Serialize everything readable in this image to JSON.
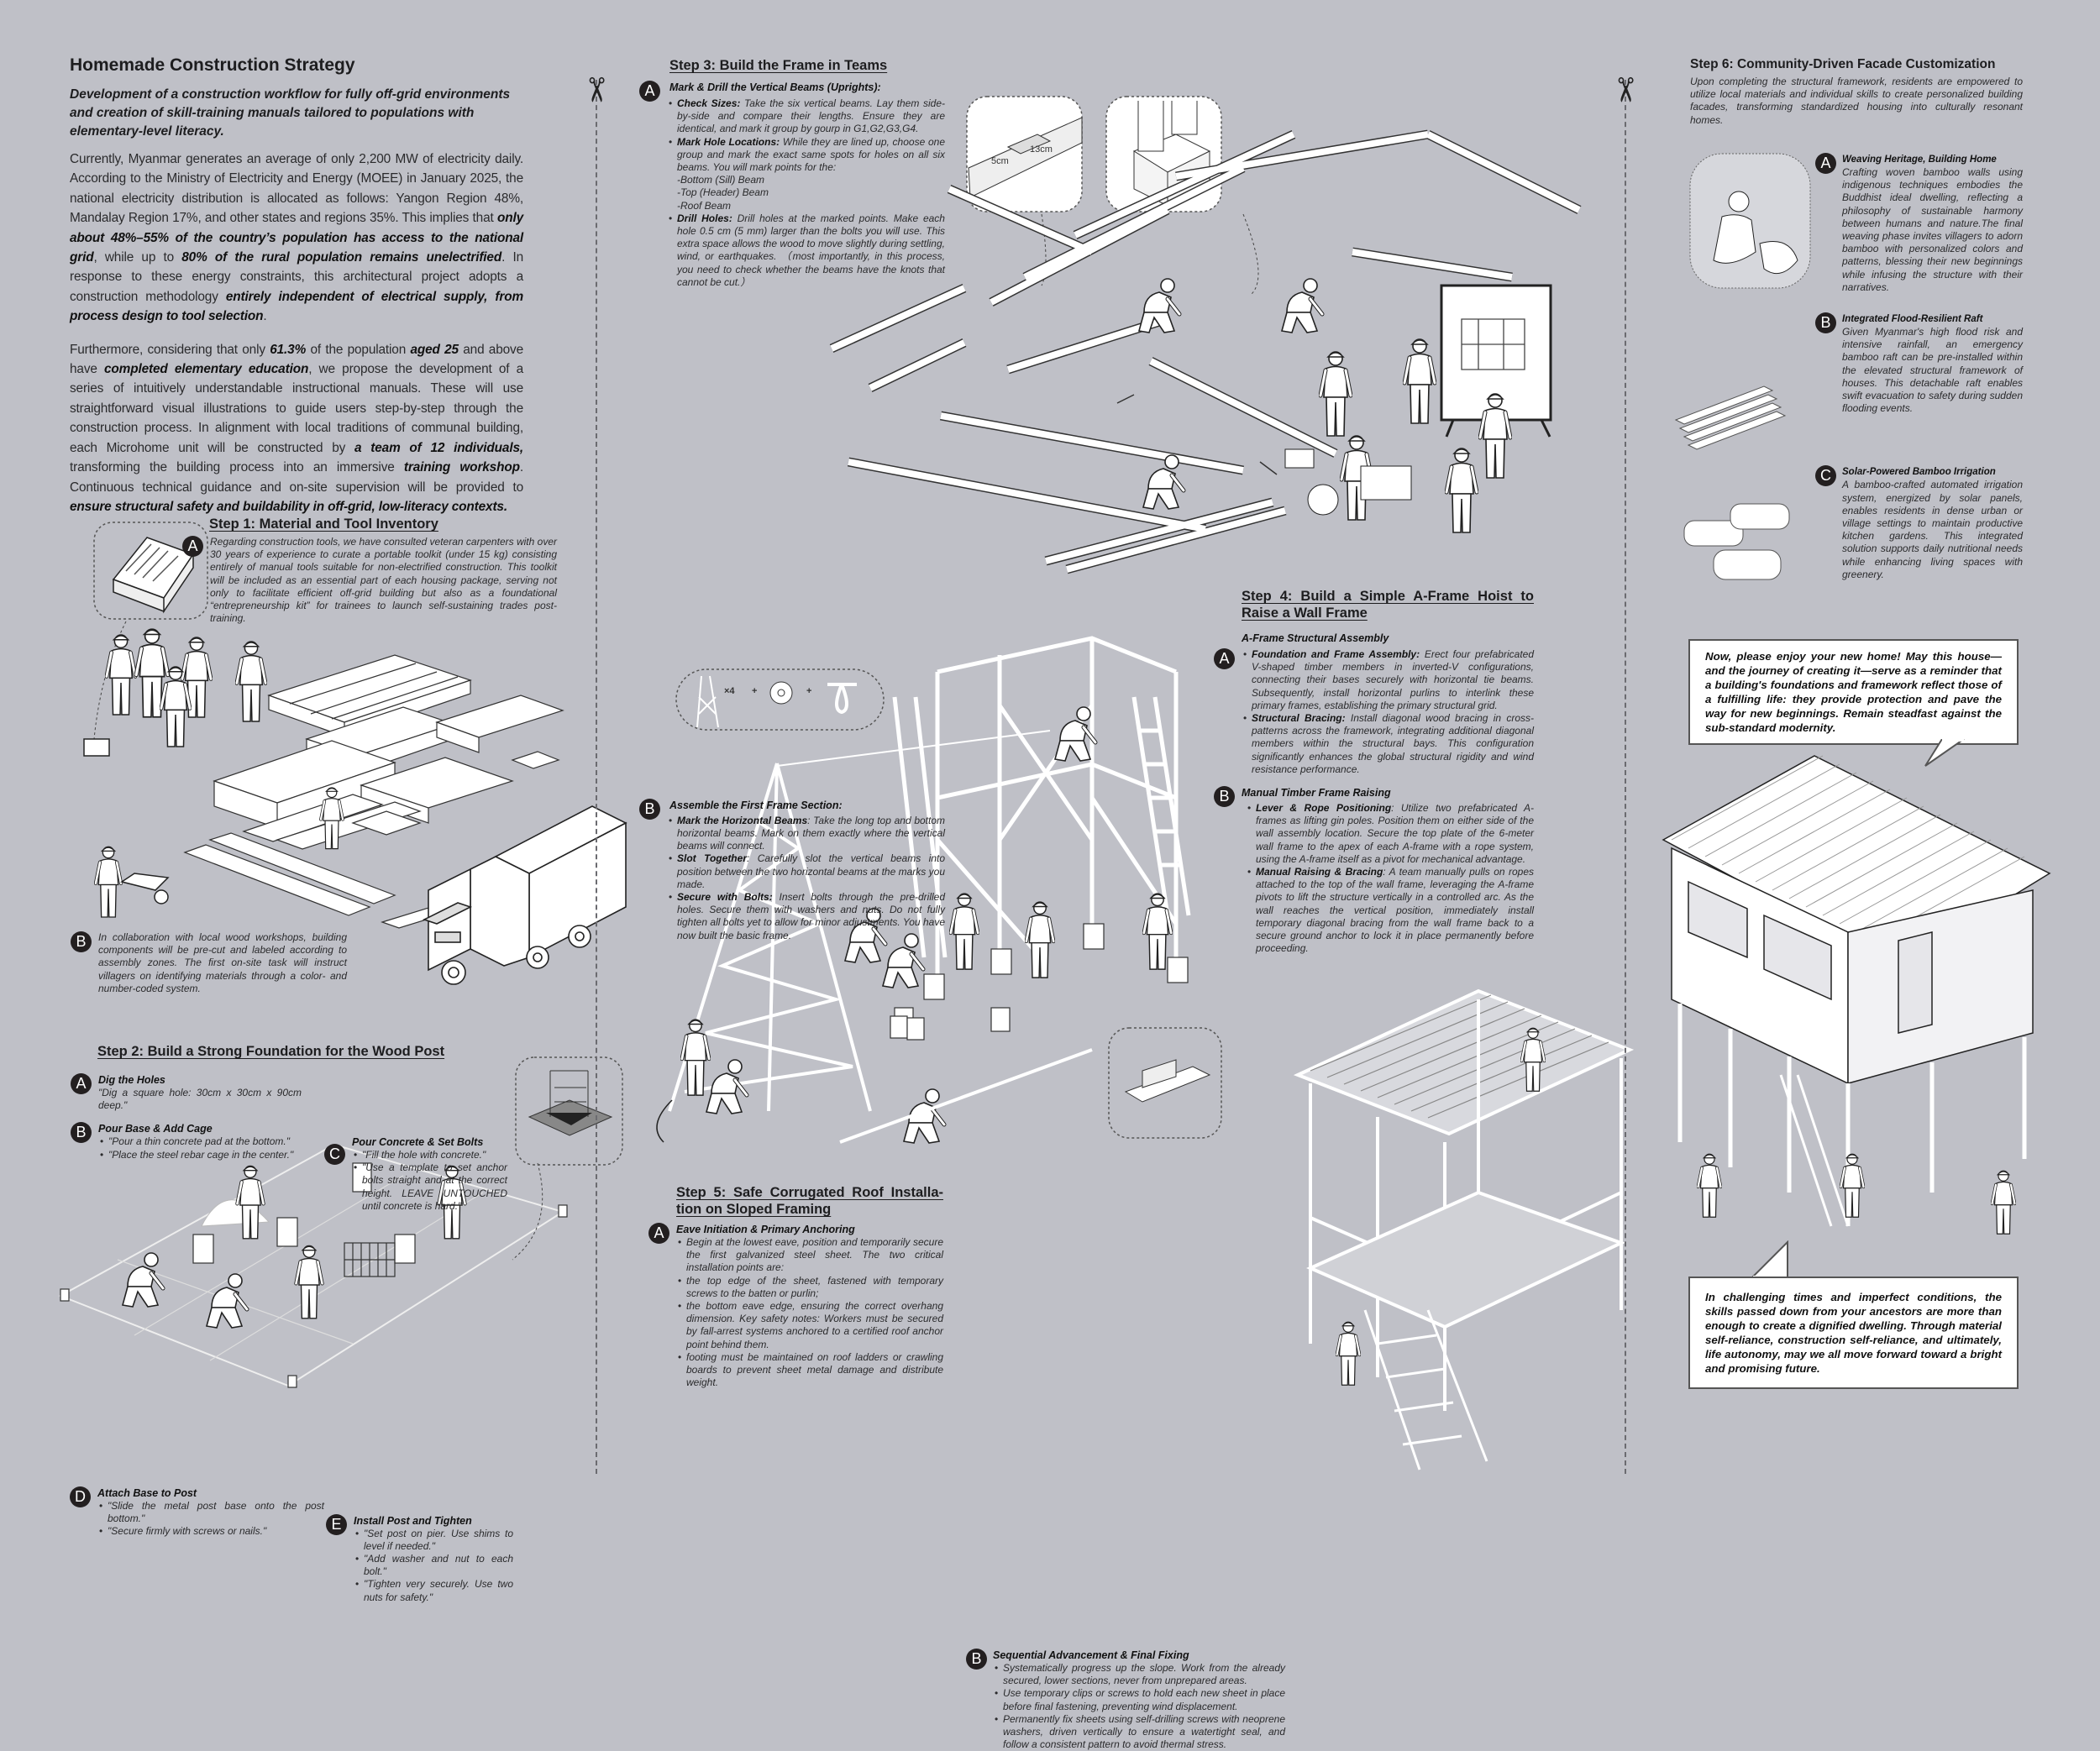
{
  "intro": {
    "title": "Homemade Construction Strategy",
    "subtitle": "Development of a construction workflow for fully off-grid environments and creation of skill-training manuals tailored to populations with elementary-level literacy.",
    "p1": [
      "Currently, Myanmar generates an average of only 2,200 MW of electricity daily. According to the Ministry of Electricity and Energy (MOEE) in January 2025, the national electricity distribution is allocated as follows: Yangon Region 48%, Mandalay Region 17%, and other states and regions 35%. This implies that ",
      "only about 48%–55% of the country’s population has access to the national grid",
      ", while up to ",
      "80% of the rural population remains unelectrified",
      ". In response to these energy constraints, this architectural project adopts a construction methodology ",
      "entirely independent of electrical supply, from process design to tool selection",
      "."
    ],
    "p2": [
      "Furthermore, considering that only ",
      "61.3%",
      " of the population ",
      "aged 25",
      " and above have ",
      "completed elementary education",
      ", we propose the development of a series of intuitively understandable instructional manuals. These will use straightforward visual illustrations to guide users step-by-step through the construction process. In alignment with local traditions of communal building, each Microhome unit will be constructed by ",
      "a team of 12 individuals,",
      " transforming the building process into an immersive ",
      "training workshop",
      ". Continuous technical guidance and on-site supervision will be provided to ",
      "ensure structural safety and buildability in off-grid, low-literacy contexts."
    ]
  },
  "step1": {
    "heading": "Step 1: Material and Tool Inventory",
    "a": {
      "badge": "A",
      "text": "Regarding construction tools, we have consulted veteran carpenters with over 30 years of experience to curate a portable toolkit (under 15 kg) consisting entirely of manual tools suitable for non-electrified construction. This toolkit will be included as an essential part of each housing package, serving not only to facilitate efficient off-grid building but also as a foundational “entrepreneurship kit” for trainees to launch self-sustaining trades post-training."
    },
    "b": {
      "badge": "B",
      "text": "In collaboration with local wood workshops, building components will be pre-cut and labeled according to assembly zones. The first on-site task will instruct villagers on identifying materials through a color- and number-coded system."
    }
  },
  "step2": {
    "heading": "Step 2:  Build a Strong Foundation for the Wood Post",
    "a": {
      "badge": "A",
      "title": "Dig the Holes",
      "lines": [
        "\"Dig a square hole: 30cm x 30cm x 90cm deep.\""
      ]
    },
    "b": {
      "badge": "B",
      "title": "Pour Base & Add Cage",
      "lines": [
        "\"Pour a thin concrete pad at the bottom.\"",
        "\"Place the steel rebar cage in the center.\""
      ]
    },
    "c": {
      "badge": "C",
      "title": "Pour Concrete & Set Bolts",
      "lines": [
        "\"Fill the hole with concrete.\"",
        "\"Use a template to set anchor bolts straight and at the correct height. LEAVE UNTOUCHED until concrete is hard.\""
      ]
    },
    "d": {
      "badge": "D",
      "title": "Attach Base to Post",
      "lines": [
        "\"Slide the metal post base onto the post bottom.\"",
        "\"Secure firmly with screws or nails.\""
      ]
    },
    "e": {
      "badge": "E",
      "title": "Install Post and Tighten",
      "lines": [
        "\"Set post on pier. Use shims to level if needed.\"",
        "\"Add washer and nut to each bolt.\"",
        "\"Tighten very securely. Use two nuts for safety.\""
      ]
    }
  },
  "step3": {
    "heading": "Step 3: Build the Frame in Teams",
    "a": {
      "badge": "A",
      "title": "Mark & Drill the Vertical Beams (Uprights):",
      "items": [
        {
          "label": "Check Sizes:",
          "text": " Take the six vertical beams. Lay them side-by-side and compare their lengths. Ensure they are identical,  and mark it group by gourp in G1,G2,G3,G4."
        },
        {
          "label": "Mark Hole Locations:",
          "text": " While they are lined up, choose one group and mark the exact same spots for holes on all six beams. You will mark points for the:"
        },
        {
          "label": "Drill Holes:",
          "text": " Drill holes at the marked points. Make each hole 0.5 cm (5 mm) larger than the bolts you will use. This extra space allows the wood to move slightly during settling, wind, or earthquakes. （most importantly, in this process, you need to check whether the beams have the knots that cannot be cut.）"
        }
      ],
      "sublist": [
        "-Bottom (Sill) Beam",
        "-Top (Header) Beam",
        "-Roof Beam"
      ]
    },
    "b": {
      "badge": "B",
      "title": "Assemble the First Frame Section:",
      "items": [
        {
          "label": "Mark the Horizontal Beams",
          "text": ": Take the long top and bottom horizontal beams. Mark on them exactly where the vertical beams will connect."
        },
        {
          "label": "Slot Together",
          "text": ": Carefully slot the vertical beams into position between the two horizontal beams at the marks you made."
        },
        {
          "label": "Secure with Bolts:",
          "text": " Insert bolts through the pre-drilled holes. Secure them with washers and nuts. Do not fully tighten all bolts yet to allow for minor adjustments. You have now built the basic frame."
        }
      ]
    },
    "inset_dims": {
      "width": "5cm",
      "length": "13cm"
    }
  },
  "step4": {
    "heading": "Step 4:  Build a Simple A-Frame Hoist to Raise a Wall Frame",
    "kit": {
      "qty": "×4",
      "plus1": "+",
      "plus2": "+"
    },
    "a": {
      "badge": "A",
      "title": "A-Frame Structural Assembly",
      "items": [
        {
          "label": "Foundation and Frame Assembly:",
          "text": " Erect four prefabricated V-shaped timber members in inverted-V configurations, connecting their bases securely with horizontal tie beams. Subsequently, install horizontal purlins to interlink these primary frames, establishing the primary structural grid."
        },
        {
          "label": "Structural Bracing:",
          "text": " Install diagonal wood bracing in cross-patterns across the framework, integrating additional diagonal members within the structural bays. This configuration significantly enhances the global structural rigidity and wind resistance performance."
        }
      ]
    },
    "b": {
      "badge": "B",
      "title": "Manual Timber Frame Raising",
      "items": [
        {
          "label": "Lever & Rope Positioning",
          "text": ":  Utilize two prefabricated A-frames as lifting gin poles. Position them on either side of the wall assembly location. Secure the top plate of the 6-meter wall frame to the apex of each A-frame with a rope system, using the A-frame itself as a pivot for mechanical advantage."
        },
        {
          "label": "Manual Raising & Bracing",
          "text": ":  A team manually pulls on ropes attached to the top of the wall frame, leveraging the A-frame pivots to lift the structure vertically in a controlled arc. As the wall reaches the vertical position, immediately install temporary diagonal bracing from the wall frame back to a secure ground anchor to lock it in place permanently before proceeding."
        }
      ]
    }
  },
  "step5": {
    "heading": "Step 5:  Safe Corrugated Roof Installa-tion on Sloped Framing",
    "a": {
      "badge": "A",
      "title": "Eave Initiation & Primary Anchoring",
      "items": [
        "Begin at the lowest eave,   position and temporarily secure the first galvanized steel sheet. The two critical installation points are:",
        "the top edge of the sheet, fastened with temporary screws to the batten or purlin;",
        "the bottom eave edge, ensuring the correct overhang dimension. Key safety notes: Workers must be secured by fall-arrest systems anchored to a certified roof anchor point behind them.",
        "footing must be maintained on roof ladders or crawling boards to prevent sheet metal damage and distribute weight."
      ]
    },
    "b": {
      "badge": "B",
      "title": "Sequential Advancement & Final Fixing",
      "items": [
        "Systematically progress up the slope. Work from the already secured, lower sections, never from unprepared areas.",
        "Use temporary clips or screws to hold each new sheet in place before final fastening, preventing wind displacement.",
        "Permanently fix sheets using self-drilling screws with neoprene washers, driven vertically to ensure a watertight seal, and follow a consistent pattern to avoid thermal stress."
      ]
    }
  },
  "step6": {
    "heading": "Step 6: Community-Driven Facade Customization",
    "intro": "Upon completing the structural framework, residents are empowered to utilize local materials and individual skills to create personalized building facades, transforming standardized housing into culturally resonant homes.",
    "a": {
      "badge": "A",
      "title": "Weaving Heritage, Building Home",
      "text": "Crafting woven bamboo walls using indigenous techniques embodies the Buddhist ideal dwelling, reflecting a philosophy of sustainable harmony between humans and nature.The final weaving phase invites villagers to adorn bamboo with personalized colors and patterns, blessing their new beginnings while infusing the structure with their narratives."
    },
    "b": {
      "badge": "B",
      "title": "Integrated Flood-Resilient Raft",
      "text": "Given Myanmar's high flood risk and intensive rainfall, an emergency bamboo raft can be pre-installed within the elevated structural framework of houses. This detachable raft enables swift evacuation to safety during sudden flooding events."
    },
    "c": {
      "badge": "C",
      "title": "Solar-Powered Bamboo Irrigation",
      "text": "A bamboo-crafted automated irrigation system, energized by solar panels, enables residents in dense urban or village settings to maintain productive kitchen gardens. This integrated solution supports daily nutritional needs while enhancing living spaces with greenery."
    }
  },
  "closing": {
    "bubble1": "Now, please enjoy your new home! May this house—and the journey of creating it—serve as a reminder that a building's foundations and framework reflect those of a fulfilling life: they provide protection and pave the way for new beginnings. Remain steadfast against the sub-standard modernity.",
    "bubble2": "In challenging times and imperfect conditions, the skills passed down from your ancestors are more than enough to create a dignified dwelling. Through material self-reliance, construction self-reliance, and ultimately, life autonomy, may we all move forward toward a bright and promising future."
  },
  "icons": {
    "scissors": "✂"
  },
  "colors": {
    "background": "#bfc0c7",
    "badge": "#231f20",
    "ink": "#1d1d1f"
  }
}
